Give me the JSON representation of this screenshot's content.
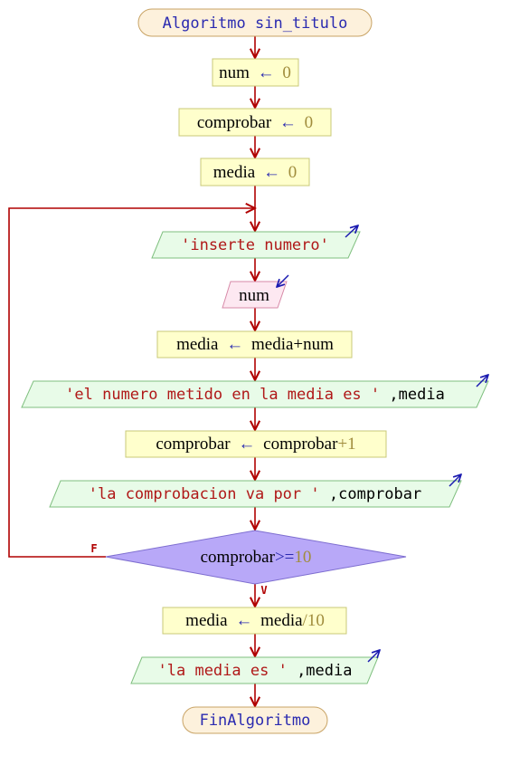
{
  "colors": {
    "arrow": "#b00000",
    "terminal_fill": "#fdf1dc",
    "terminal_stroke": "#c8a364",
    "terminal_text": "#2a2ab0",
    "process_fill": "#ffffcc",
    "process_stroke": "#c8c878",
    "output_fill": "#e8fbe8",
    "output_stroke": "#7fbf7f",
    "input_fill": "#fde8f1",
    "input_stroke": "#d78aa8",
    "decision_fill": "#b8a8f8",
    "decision_stroke": "#7e6ed0",
    "text": "#000000",
    "number": "#a08c3c",
    "string": "#b01818",
    "operator": "#2a2ab0"
  },
  "flow": {
    "start": "Algoritmo sin_titulo",
    "assign_num": {
      "var": "num",
      "op": "←",
      "val": "0"
    },
    "assign_comprobar": {
      "var": "comprobar",
      "op": "←",
      "val": "0"
    },
    "assign_media": {
      "var": "media",
      "op": "←",
      "val": "0"
    },
    "write_inserte": {
      "str": "'inserte numero'"
    },
    "read_num": {
      "var": "num"
    },
    "assign_media_sum": {
      "var": "media",
      "op": "←",
      "expr": "media+num"
    },
    "write_media": {
      "str": "'el numero metido en la media es '",
      "rest": ",media"
    },
    "assign_comprobar_inc": {
      "var": "comprobar",
      "op": "←",
      "expr": "comprobar",
      "plus": "+",
      "val": "1"
    },
    "write_comprobacion": {
      "str": "'la comprobacion va por '",
      "rest": ",comprobar"
    },
    "decision": {
      "expr": "comprobar",
      "op": ">=",
      "val": "10",
      "false_label": "F",
      "true_label": "V"
    },
    "assign_media_div": {
      "var": "media",
      "op": "←",
      "expr": "media",
      "slash": "/",
      "val": "10"
    },
    "write_final": {
      "str": "'la media es '",
      "rest": ",media"
    },
    "end": "FinAlgoritmo"
  }
}
